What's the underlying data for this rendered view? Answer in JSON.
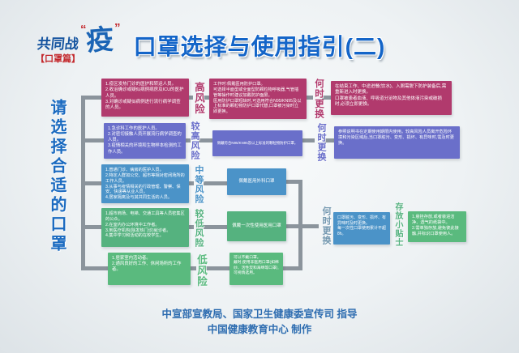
{
  "header": {
    "logo_main": "共同战",
    "logo_open_quote": "“",
    "logo_word": "疫",
    "logo_close_quote": "”",
    "logo_tag": "【口罩篇】",
    "title": "口罩选择与使用指引(二)"
  },
  "left_prompt": "请选择合适的口罩",
  "rows": [
    {
      "risk": "高风险",
      "color": "#b13a6d",
      "people": "1.疫区发热门诊的医护和转运人员。\n2.收治确诊或疑似病例病房及ICU的医护人员。\n3.对确诊或疑似病例进行流行病学调查的人员。",
      "mask": "工作时:佩戴医用防护口罩。\n可选择半面型或全面型防颗粒物呼吸器,气管插管等操作时建议加戴防护面屏。\n医用防护口罩短缺时,可选用符合N95/KN95及以上标准的颗粒物防护口罩代替,口罩被污染时立即更换。",
      "when_label": "何时更换",
      "when": "在结束工作、中途进餐(饮水)、入厕需脱下防护装备后,需重新进入时更换。\n口罩被患者血液、呼吸道分泌物及其他体液污染或破损时,必须立即更换。"
    },
    {
      "risk": "较高风险",
      "color": "#6a6fca",
      "people": "1.急诊科工作的医护人员。\n2.对密切接触人员开展流行病学调查的人员。\n3.疫情相关的环境和生物样本检测的工作人员。",
      "mask": "佩戴符合N95/KN95及以上标准的颗粒物防护口罩。",
      "when_label": "何时更换",
      "when": "参照说明书在定期使用期限内使用。较高风险人员离开危险环境和污染区域后,当口罩脏污、变形、损坏、有异味时,需及时更换。"
    },
    {
      "risk": "中等风险",
      "color": "#4b93c8",
      "people": "1.普通门诊、病房的医护人员。\n2.特定人群如公交、超市等相对密闭场所的工作人员。\n3.从事与疫情相关的行政管理、警察、保安、快递等从业人员。\n4.居家隔离及与其共同生活的人员。",
      "mask": "佩戴医用外科口罩"
    },
    {
      "risk": "较低风险",
      "color": "#55b27f",
      "people": "1.超市商场、电梯、交通工具等人员密集区的公众。\n2.在室内办公环境中工作者。\n3.到医疗机构(除发热门诊)就诊者。\n4.集中学习和活动的在校学生。",
      "mask": "佩戴一次性使用医用口罩"
    },
    {
      "risk": "低风险",
      "color": "#5aba7e",
      "people": "1.居家室内活动者。\n2.通风良好的工作、休闲场所的工作者。",
      "mask": "可以不戴口罩。\n戴时,使用非医用口罩(如棉纱、活性炭和海绵等口罩),可视情选用。"
    }
  ],
  "shared_when": {
    "label": "何时更换",
    "label_color": "#7498b0",
    "color": "#4b93c8",
    "text": "口罩脏污、变形、损坏、有异味时及时更换。\n每一次性口罩使用累计不超8h。"
  },
  "tips": {
    "label": "存放小贴士",
    "label_color": "#55b27f",
    "color": "#5aba7e",
    "text": "1.悬挂存放,或者装进洁净、透气的纸袋中。\n2.需单独存放,避免彼此接触,并标识口罩使用人。"
  },
  "credits": {
    "line1": "中宣部宣教局、国家卫生健康委宣传司  指导",
    "line2": "中国健康教育中心  制作"
  }
}
